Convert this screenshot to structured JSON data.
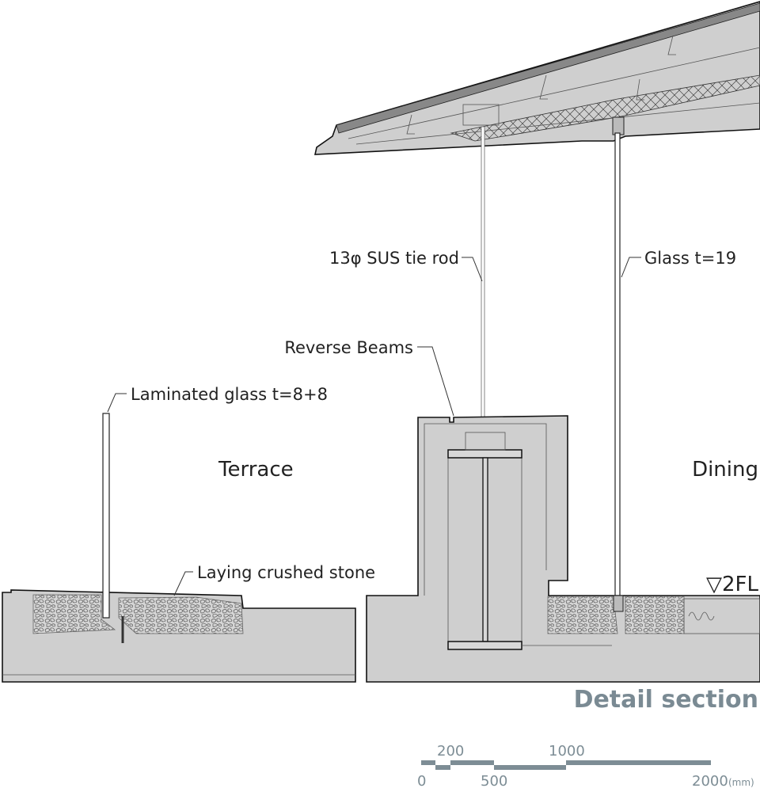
{
  "drawing": {
    "title": "Detail section",
    "labels": {
      "tie_rod": "13φ SUS tie rod",
      "glass": "Glass t=19",
      "reverse_beams": "Reverse Beams",
      "laminated_glass": "Laminated glass t=8+8",
      "crushed_stone": "Laying crushed stone",
      "floor_level": "▽2FL"
    },
    "rooms": {
      "terrace": "Terrace",
      "dining": "Dining"
    }
  },
  "scale_bar": {
    "ticks": [
      "0",
      "200",
      "500",
      "1000",
      "2000"
    ],
    "unit": "(mm)"
  },
  "colors": {
    "section_fill": "#cfcfcf",
    "title_color": "#7a8a93",
    "scale_color": "#7d8d95"
  }
}
